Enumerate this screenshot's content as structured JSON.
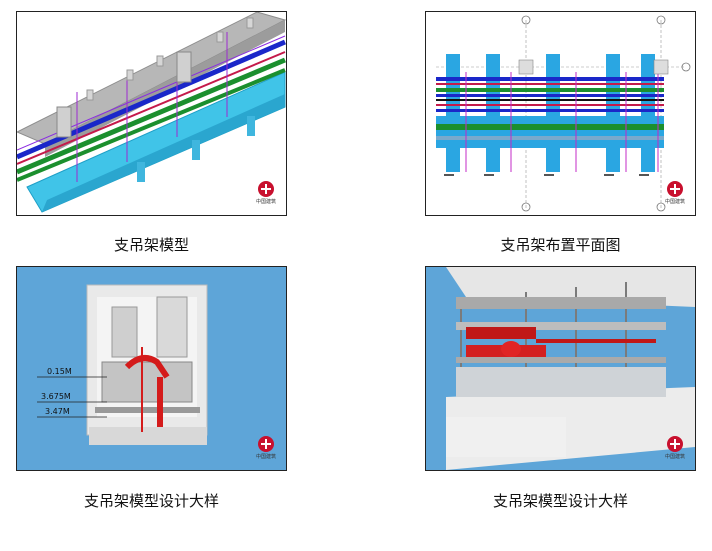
{
  "figures": [
    {
      "caption": "支吊架模型",
      "logo_text": "中国建筑"
    },
    {
      "caption": "支吊架布置平面图",
      "logo_text": "中国建筑"
    },
    {
      "caption": "支吊架模型设计大样",
      "logo_text": "中国建筑",
      "dims": [
        "0.15M",
        "3.675M",
        "3.47M"
      ]
    },
    {
      "caption": "支吊架模型设计大样",
      "logo_text": "中国建筑"
    }
  ]
}
